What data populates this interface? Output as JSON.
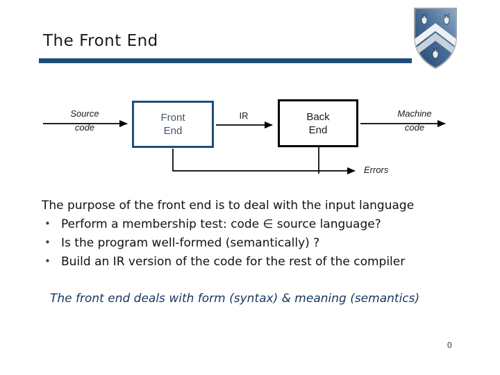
{
  "slide": {
    "title": "The Front End",
    "page_number": "0",
    "bullet_char": "•"
  },
  "diagram": {
    "source_label": {
      "line1": "Source",
      "line2": "code"
    },
    "front_box": {
      "line1": "Front",
      "line2": "End"
    },
    "ir_label": "IR",
    "back_box": {
      "line1": "Back",
      "line2": "End"
    },
    "machine_label": {
      "line1": "Machine",
      "line2": "code"
    },
    "errors_label": "Errors"
  },
  "body": {
    "intro": "The purpose of the front end is to deal with the input language",
    "bullets": [
      "Perform a membership test: code ∈  source language?",
      "Is the program well-formed (semantically) ?",
      "Build an IR version of the code for the rest of the compiler"
    ],
    "conclusion": "The front end deals with form (syntax) & meaning (semantics)"
  },
  "icons": {
    "crest": "university-shield-crest-icon"
  },
  "colors": {
    "accent_navy": "#1f4e79",
    "conclusion_navy": "#17375e",
    "front_box_text": "#44546a",
    "back_box_border": "#000000"
  }
}
